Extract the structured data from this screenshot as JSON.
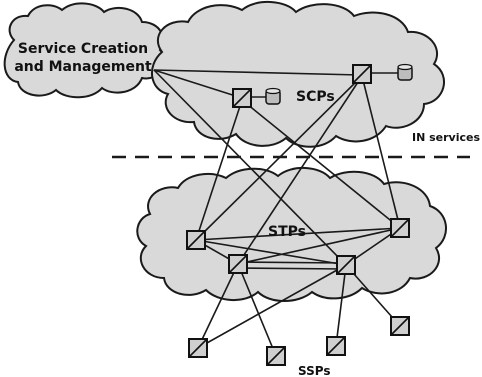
{
  "labels": {
    "service_creation_line1": "Service Creation",
    "service_creation_line2": "and Management",
    "scps": "SCPs",
    "in_services": "IN services",
    "stps": "STPs",
    "ssps": "SSPs"
  },
  "colors": {
    "cloud_fill": "#d9d9d9",
    "stroke": "#1a1a1a",
    "node_fill": "#cfcfcf"
  }
}
